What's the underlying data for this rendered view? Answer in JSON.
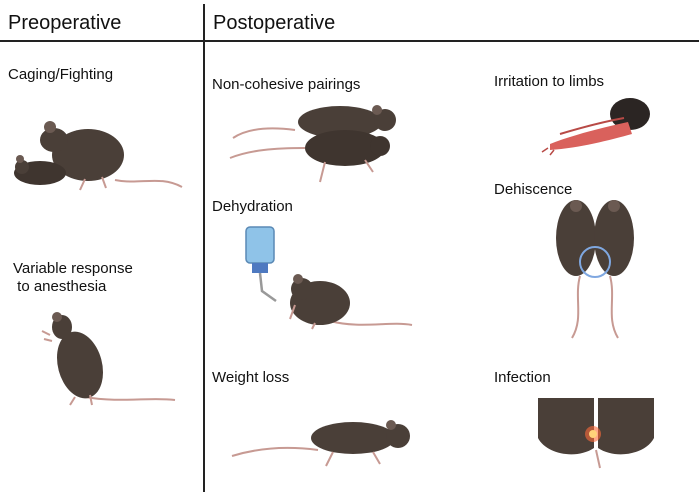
{
  "headers": {
    "preoperative": "Preoperative",
    "postoperative": "Postoperative"
  },
  "labels": {
    "caging_fighting": "Caging/Fighting",
    "variable_response_line1": "Variable response",
    "variable_response_line2": " to anesthesia",
    "non_cohesive_pairings": "Non-cohesive pairings",
    "dehydration": "Dehydration",
    "weight_loss": "Weight loss",
    "irritation_to_limbs": "Irritation to limbs",
    "dehiscence": "Dehiscence",
    "infection": "Infection"
  },
  "colors": {
    "mouse_body": "#4a3f38",
    "mouse_tail": "#c79a93",
    "limb_red": "#d9615c",
    "bottle_blue": "#8fc3e8",
    "circle_blue": "#7fa7e0",
    "infection_glow": "#ff6a3a"
  }
}
